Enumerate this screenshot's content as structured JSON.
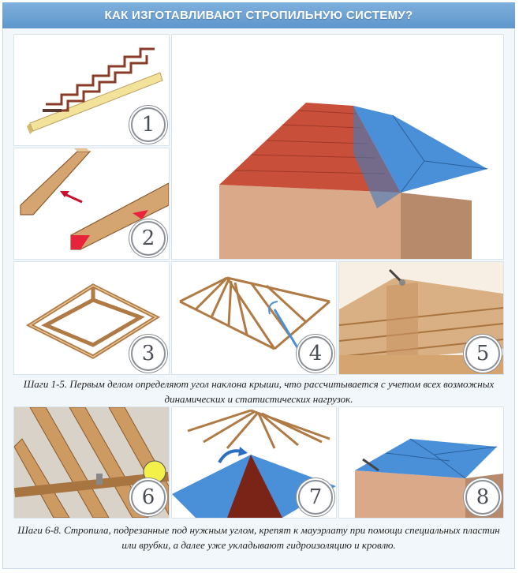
{
  "header": {
    "title": "КАК ИЗГОТАВЛИВАЮТ СТРОПИЛЬНУЮ СИСТЕМУ?"
  },
  "steps": [
    {
      "number": "1"
    },
    {
      "number": "2"
    },
    {
      "number": "3"
    },
    {
      "number": "4"
    },
    {
      "number": "5"
    },
    {
      "number": "6"
    },
    {
      "number": "7"
    },
    {
      "number": "8"
    }
  ],
  "captions": {
    "steps_1_5": "Шаги 1-5. Первым делом определяют угол наклона крыши, что рассчитывается с учетом всех возможных динамических и статистических нагрузок.",
    "steps_6_8": "Шаги 6-8. Стропила, подрезанные под нужным углом, крепят к мауэрлату при помощи специальных пластин или врубки, а далее уже укладывают гидроизоляцию и кровлю."
  },
  "colors": {
    "header_bg": "#6ba3d6",
    "wood": "#d4a571",
    "wood_dark": "#a8743f",
    "shingle": "#c8503a",
    "membrane": "#4a90d9",
    "wall": "#d9a98a",
    "marker": "#e8243c"
  }
}
